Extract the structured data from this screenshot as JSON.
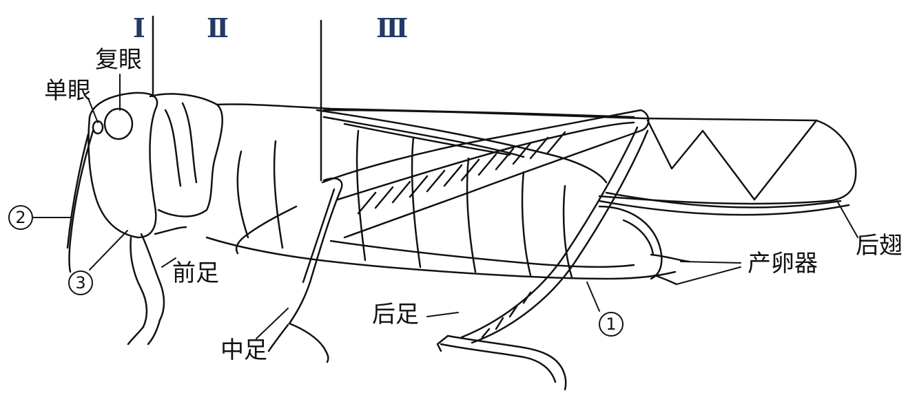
{
  "segments": {
    "s1": "Ⅰ",
    "s2": "Ⅱ",
    "s3": "Ⅲ"
  },
  "labels": {
    "compound_eye": "复眼",
    "simple_eye": "单眼",
    "fore_leg": "前足",
    "middle_leg": "中足",
    "hind_leg": "后足",
    "ovipositor": "产卵器",
    "hind_wing": "后翅"
  },
  "markers": {
    "m1": "1",
    "m2": "2",
    "m3": "3"
  },
  "colors": {
    "line": "#111111",
    "roman": "#233a66"
  }
}
